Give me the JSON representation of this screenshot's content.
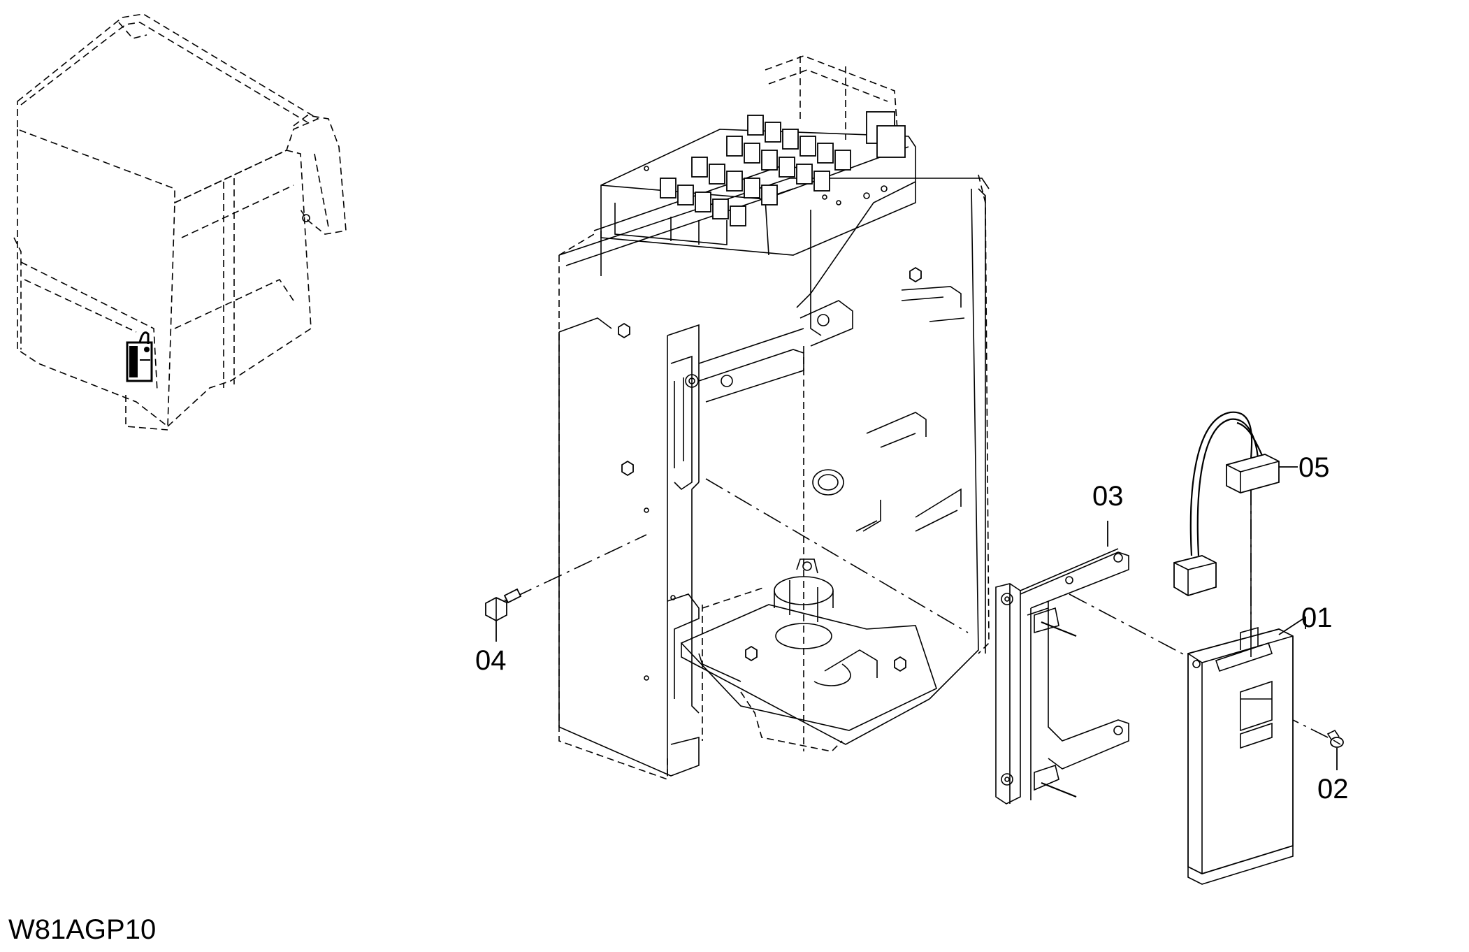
{
  "drawing": {
    "code": "W81AGP10",
    "callouts": {
      "c01": "01",
      "c02": "02",
      "c03": "03",
      "c04": "04",
      "c05": "05"
    }
  }
}
